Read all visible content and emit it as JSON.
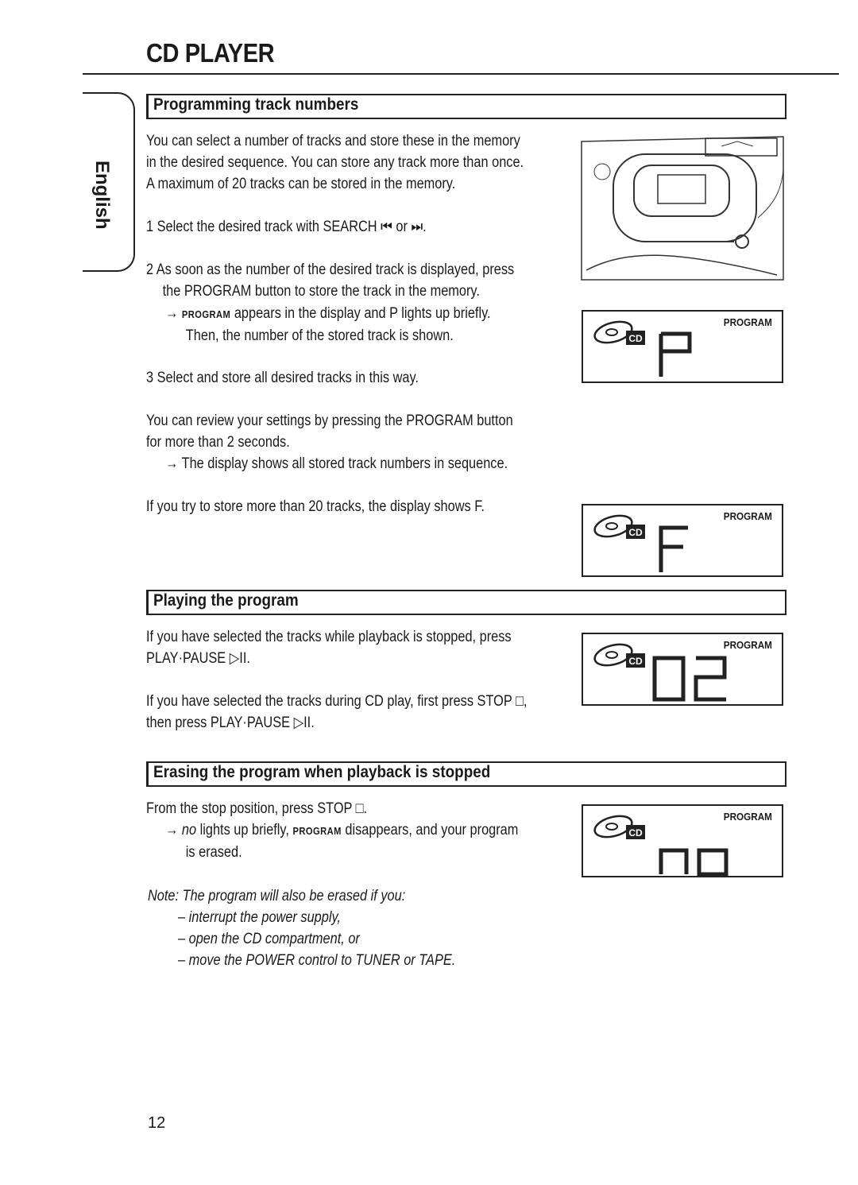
{
  "page": {
    "title": "CD PLAYER",
    "language_tab": "English",
    "page_number": "12"
  },
  "sections": {
    "programming": {
      "heading": "Programming track numbers",
      "intro": [
        "You can select a number of tracks and store these in the memory",
        "in the desired sequence. You can store any track more than once.",
        "A maximum of 20 tracks can be stored in the memory."
      ],
      "step1": "1  Select the desired track with SEARCH ⏮ or ⏭.",
      "step2": [
        "2  As soon as the number of the desired track is displayed, press",
        "the PROGRAM button to store the track in the memory."
      ],
      "step2_arrow_word": "PROGRAM",
      "step2_arrow_rest": " appears in the display and P lights up briefly.",
      "step2_arrow_line2": "Then, the number of the stored track is shown.",
      "step3": "3  Select and store all desired tracks in this way.",
      "review": [
        "You can review your settings by pressing the PROGRAM button",
        "for more than 2 seconds."
      ],
      "review_arrow": "The display shows all stored track numbers in sequence.",
      "overflow": "If you try to store more than 20 tracks, the display shows F."
    },
    "playing": {
      "heading": "Playing the program",
      "p1": [
        "If you have selected the tracks while playback is stopped, press",
        "PLAY·PAUSE ▷II."
      ],
      "p2": [
        "If you have selected the tracks during CD play, first press STOP □,",
        "then press PLAY·PAUSE ▷II."
      ]
    },
    "erasing": {
      "heading": "Erasing the program when playback is stopped",
      "p1": "From the stop position, press STOP □.",
      "arrow_code": "no",
      "arrow_mid": " lights up briefly, ",
      "arrow_word": "PROGRAM",
      "arrow_rest": " disappears, and your program",
      "arrow_line2": "is erased.",
      "note_head": "Note: The program will also be erased if you:",
      "note_items": [
        "– interrupt the power supply,",
        "– open the CD compartment, or",
        "– move the POWER control to TUNER or TAPE."
      ]
    }
  },
  "displays": {
    "d1": {
      "label": "PROGRAM",
      "segments": "P",
      "badge": "CD"
    },
    "d2": {
      "label": "PROGRAM",
      "segments": "F",
      "badge": "CD"
    },
    "d3": {
      "label": "PROGRAM",
      "segments": "02",
      "badge": "CD"
    },
    "d4": {
      "label": "PROGRAM",
      "segments": "no",
      "badge": "CD"
    }
  },
  "icons": {
    "arrow": "right-arrow-icon",
    "cd": "cd-logo-icon"
  }
}
